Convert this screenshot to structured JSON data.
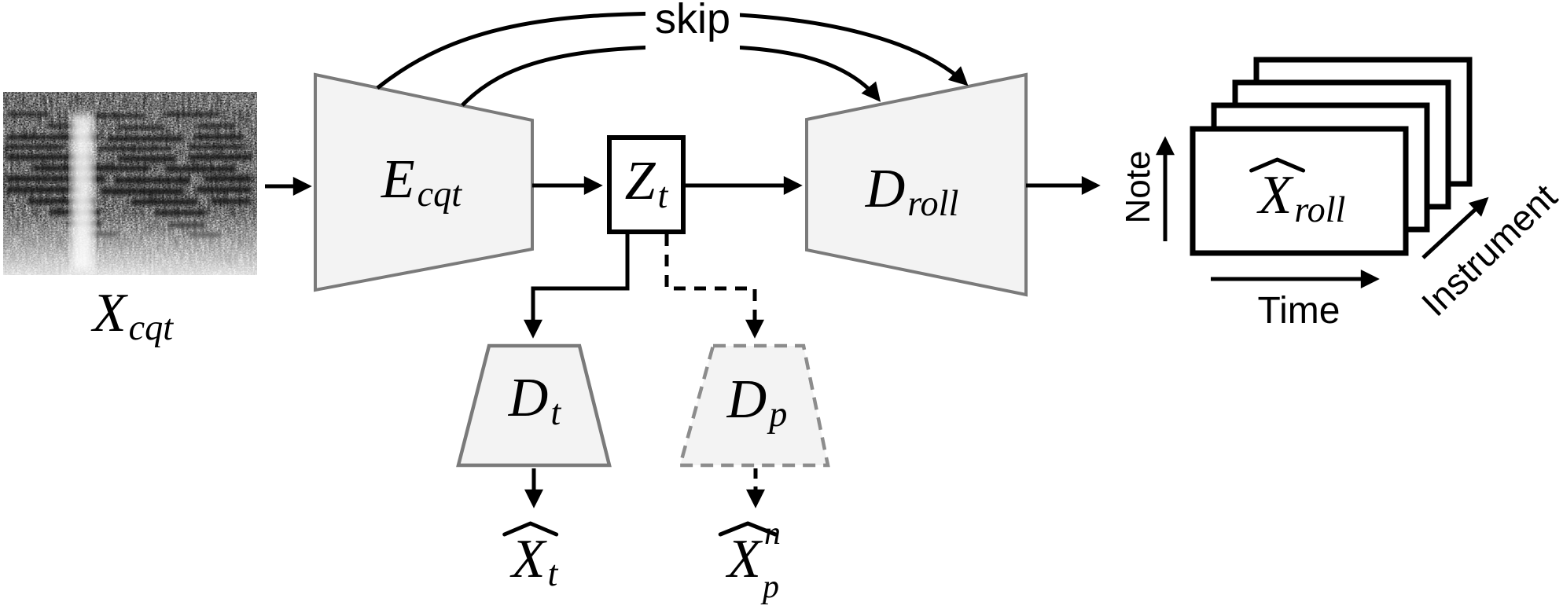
{
  "figure": {
    "background": "#ffffff"
  },
  "labels": {
    "input": {
      "base": "X",
      "sub": "cqt"
    },
    "encoder": {
      "base": "E",
      "sub": "cqt"
    },
    "latent": {
      "base": "Z",
      "sub": "t"
    },
    "decoder_roll": {
      "base": "D",
      "sub": "roll"
    },
    "decoder_t": {
      "base": "D",
      "sub": "t"
    },
    "decoder_p": {
      "base": "D",
      "sub": "p"
    },
    "output_roll": {
      "base": "X",
      "sub": "roll"
    },
    "output_t": {
      "base": "X",
      "sub": "t"
    },
    "output_p": {
      "base": "X",
      "sub": "p",
      "sup": "n"
    },
    "skip": "skip",
    "axes": {
      "vertical": "Note",
      "horizontal": "Time",
      "depth": "Instrument"
    }
  },
  "colors": {
    "line": "#000000",
    "block_fill": "#f3f3f3",
    "block_stroke": "#7a7a7a",
    "dashed_stroke": "#8c8c8c",
    "card_fill": "#ffffff",
    "card_stroke": "#000000",
    "background": "#ffffff"
  }
}
